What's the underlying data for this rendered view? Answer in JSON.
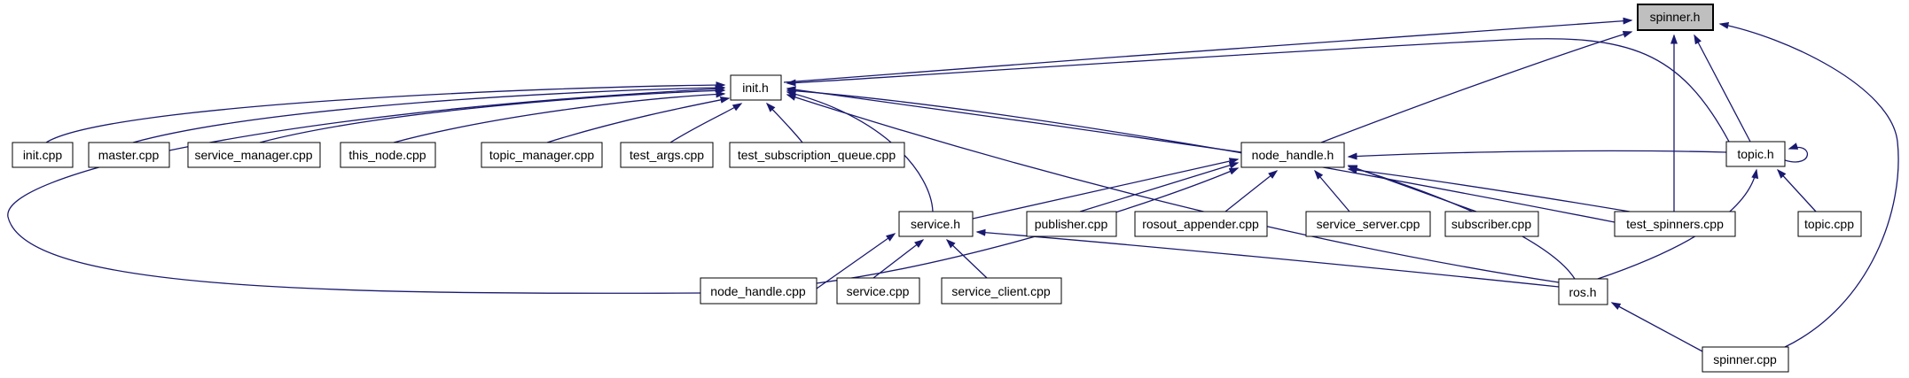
{
  "diagram": {
    "type": "include-dependency-graph",
    "root": "spinner.h",
    "colors": {
      "edge": "#191970",
      "node_border": "#000000",
      "root_fill": "#bfbfbf",
      "node_fill": "#ffffff",
      "background": "#ffffff"
    },
    "nodes": [
      {
        "id": "spinner_h",
        "label": "spinner.h"
      },
      {
        "id": "init_h",
        "label": "init.h"
      },
      {
        "id": "init_cpp",
        "label": "init.cpp"
      },
      {
        "id": "master_cpp",
        "label": "master.cpp"
      },
      {
        "id": "service_manager_cpp",
        "label": "service_manager.cpp"
      },
      {
        "id": "this_node_cpp",
        "label": "this_node.cpp"
      },
      {
        "id": "topic_manager_cpp",
        "label": "topic_manager.cpp"
      },
      {
        "id": "test_args_cpp",
        "label": "test_args.cpp"
      },
      {
        "id": "test_subscription_queue_cpp",
        "label": "test_subscription_queue.cpp"
      },
      {
        "id": "node_handle_h",
        "label": "node_handle.h"
      },
      {
        "id": "topic_h",
        "label": "topic.h"
      },
      {
        "id": "service_h",
        "label": "service.h"
      },
      {
        "id": "publisher_cpp",
        "label": "publisher.cpp"
      },
      {
        "id": "rosout_appender_cpp",
        "label": "rosout_appender.cpp"
      },
      {
        "id": "service_server_cpp",
        "label": "service_server.cpp"
      },
      {
        "id": "subscriber_cpp",
        "label": "subscriber.cpp"
      },
      {
        "id": "test_spinners_cpp",
        "label": "test_spinners.cpp"
      },
      {
        "id": "topic_cpp",
        "label": "topic.cpp"
      },
      {
        "id": "node_handle_cpp",
        "label": "node_handle.cpp"
      },
      {
        "id": "service_cpp",
        "label": "service.cpp"
      },
      {
        "id": "service_client_cpp",
        "label": "service_client.cpp"
      },
      {
        "id": "ros_h",
        "label": "ros.h"
      },
      {
        "id": "spinner_cpp",
        "label": "spinner.cpp"
      }
    ],
    "edges": [
      {
        "from": "init_h",
        "to": "spinner_h"
      },
      {
        "from": "node_handle_h",
        "to": "spinner_h"
      },
      {
        "from": "topic_h",
        "to": "spinner_h"
      },
      {
        "from": "test_spinners_cpp",
        "to": "spinner_h"
      },
      {
        "from": "spinner_cpp",
        "to": "spinner_h"
      },
      {
        "from": "init_cpp",
        "to": "init_h"
      },
      {
        "from": "master_cpp",
        "to": "init_h"
      },
      {
        "from": "service_manager_cpp",
        "to": "init_h"
      },
      {
        "from": "this_node_cpp",
        "to": "init_h"
      },
      {
        "from": "topic_manager_cpp",
        "to": "init_h"
      },
      {
        "from": "test_args_cpp",
        "to": "init_h"
      },
      {
        "from": "test_subscription_queue_cpp",
        "to": "init_h"
      },
      {
        "from": "node_handle_cpp",
        "to": "init_h"
      },
      {
        "from": "node_handle_h",
        "to": "init_h"
      },
      {
        "from": "service_h",
        "to": "init_h"
      },
      {
        "from": "ros_h",
        "to": "init_h"
      },
      {
        "from": "topic_h",
        "to": "init_h"
      },
      {
        "from": "test_spinners_cpp",
        "to": "init_h"
      },
      {
        "from": "publisher_cpp",
        "to": "node_handle_h"
      },
      {
        "from": "rosout_appender_cpp",
        "to": "node_handle_h"
      },
      {
        "from": "service_server_cpp",
        "to": "node_handle_h"
      },
      {
        "from": "subscriber_cpp",
        "to": "node_handle_h"
      },
      {
        "from": "service_h",
        "to": "node_handle_h"
      },
      {
        "from": "node_handle_cpp",
        "to": "node_handle_h"
      },
      {
        "from": "test_spinners_cpp",
        "to": "node_handle_h"
      },
      {
        "from": "ros_h",
        "to": "node_handle_h"
      },
      {
        "from": "topic_h",
        "to": "node_handle_h"
      },
      {
        "from": "node_handle_cpp",
        "to": "service_h"
      },
      {
        "from": "service_cpp",
        "to": "service_h"
      },
      {
        "from": "service_client_cpp",
        "to": "service_h"
      },
      {
        "from": "ros_h",
        "to": "service_h"
      },
      {
        "from": "topic_cpp",
        "to": "topic_h"
      },
      {
        "from": "ros_h",
        "to": "topic_h"
      },
      {
        "from": "topic_h",
        "to": "topic_h"
      },
      {
        "from": "spinner_cpp",
        "to": "ros_h"
      }
    ]
  }
}
